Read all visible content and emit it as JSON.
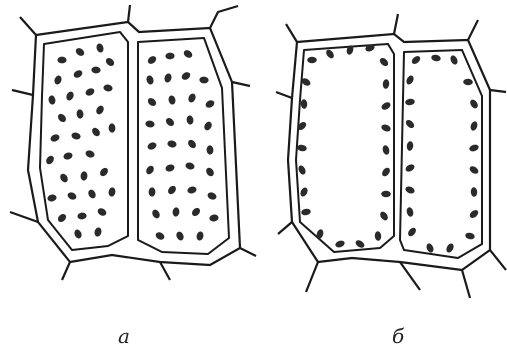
{
  "figure": {
    "panels": [
      {
        "id": "a",
        "caption": "а",
        "chloroplast_distribution": "uniform"
      },
      {
        "id": "b",
        "caption": "б",
        "chloroplast_distribution": "along-walls"
      }
    ],
    "colors": {
      "stroke": "#1a1a1a",
      "chloroplast": "#2a2a2a",
      "background": "#ffffff"
    }
  }
}
